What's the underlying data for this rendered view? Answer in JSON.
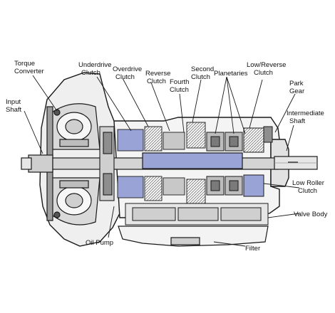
{
  "diagram": {
    "labels": {
      "torque_converter": [
        "Torque",
        "Converter"
      ],
      "input_shaft": [
        "Input",
        "Shaft"
      ],
      "underdrive_clutch": [
        "Underdrive",
        "Clutch"
      ],
      "overdrive_clutch": [
        "Overdrive",
        "Clutch"
      ],
      "reverse_clutch": [
        "Reverse",
        "Clutch"
      ],
      "fourth_clutch": [
        "Fourth",
        "Clutch"
      ],
      "second_clutch": [
        "Second",
        "Clutch"
      ],
      "planetaries": [
        "Planetaries"
      ],
      "low_reverse_clutch": [
        "Low/Reverse",
        "Clutch"
      ],
      "park_gear": [
        "Park",
        "Gear"
      ],
      "intermediate_shaft": [
        "Intermediate",
        "Shaft"
      ],
      "low_roller_clutch": [
        "Low Roller",
        "Clutch"
      ],
      "valve_body": [
        "Valve Body"
      ],
      "oil_pump": [
        "Oil Pump"
      ],
      "filter": [
        "Filter"
      ]
    },
    "colors": {
      "outline": "#1a1a1a",
      "metal_light": "#e8e8e8",
      "metal_mid": "#bdbdbd",
      "metal_dark": "#7a7a7a",
      "clutch_highlight": "#9aa3d6",
      "background": "#ffffff"
    }
  }
}
